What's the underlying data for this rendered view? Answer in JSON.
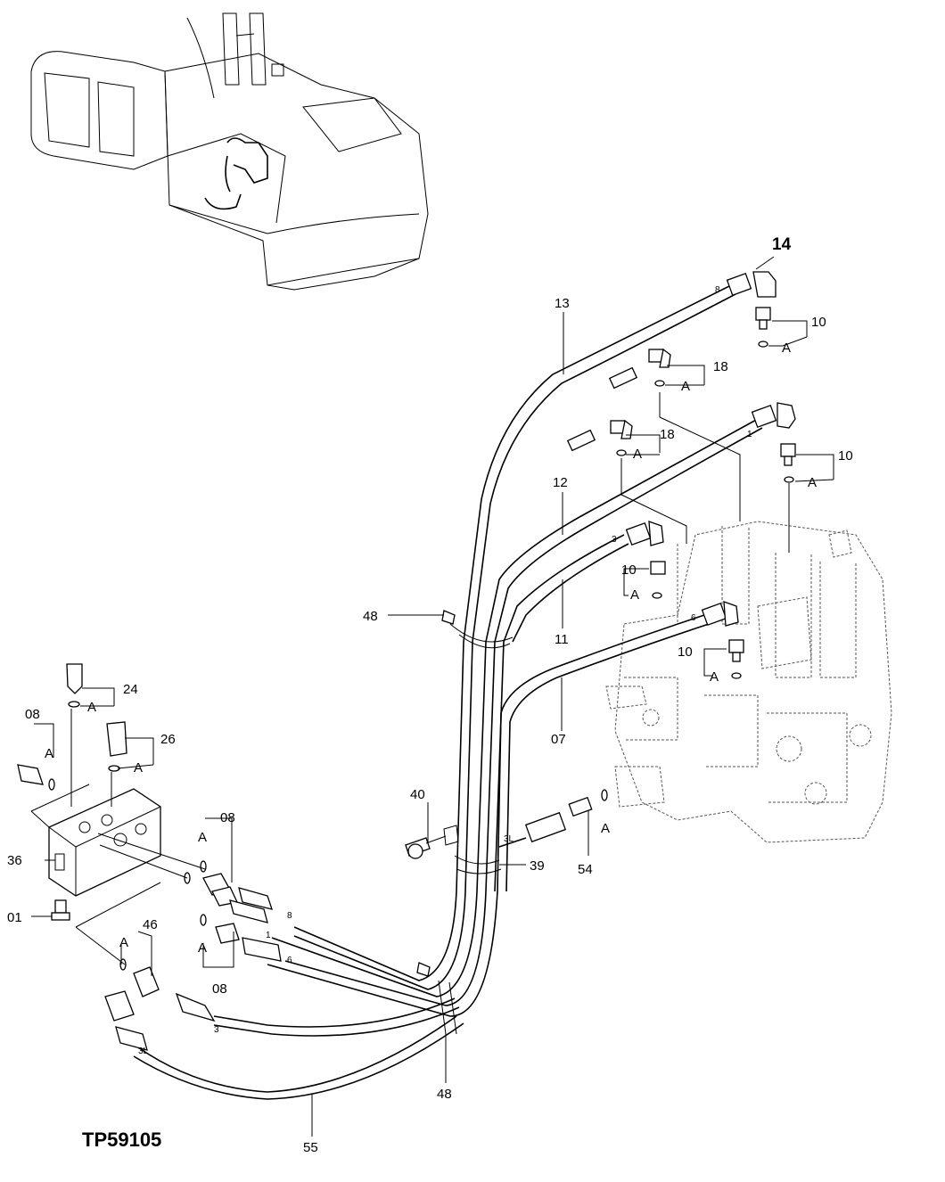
{
  "figure_id": "TP59105",
  "callouts": {
    "c14": "14",
    "c13": "13",
    "c10a": "10",
    "c18a": "18",
    "c18b": "18",
    "c10b": "10",
    "c12": "12",
    "c10c": "10",
    "c11": "11",
    "c48a": "48",
    "c10d": "10",
    "c07": "07",
    "c24": "24",
    "c08a": "08",
    "c26": "26",
    "c40": "40",
    "c08b": "08",
    "c36": "36",
    "c39": "39",
    "c54": "54",
    "c01": "01",
    "c46": "46",
    "c08c": "08",
    "c48b": "48",
    "c55": "55"
  },
  "seal_labels": {
    "a1": "A",
    "a2": "A",
    "a3": "A",
    "a4": "A",
    "a5": "A",
    "a6": "A",
    "a7": "A",
    "a8": "A",
    "a9": "A",
    "a10": "A",
    "a11": "A",
    "a12": "A",
    "a13": "A",
    "a14": "A"
  },
  "hose_tags": {
    "h8top": "8",
    "h1top": "1",
    "h3top": "3",
    "h6top": "6",
    "h8bot": "8",
    "h1bot": "1",
    "h6bot": "6",
    "h3bot": "3",
    "h3lbot": "3L",
    "h3lmid": "3L"
  }
}
